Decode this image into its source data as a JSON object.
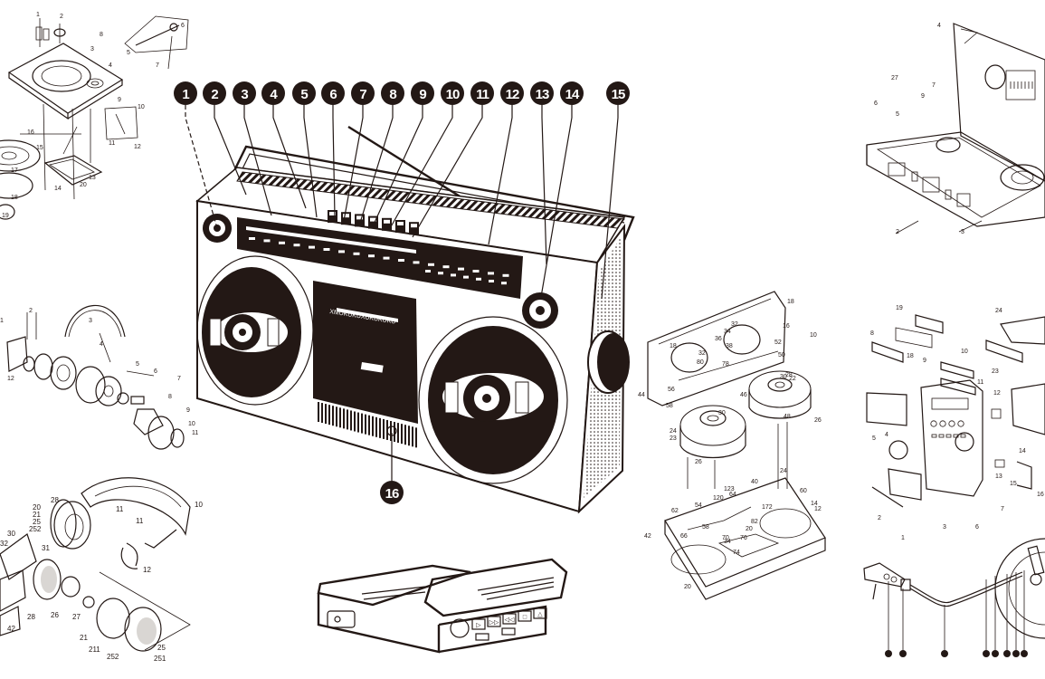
{
  "colors": {
    "background": "#ffffff",
    "ink": "#231815",
    "callout_fill": "#231815",
    "callout_text": "#ffffff"
  },
  "boombox": {
    "title": "Boombox exploded callouts",
    "callouts": [
      "1",
      "2",
      "3",
      "4",
      "5",
      "6",
      "7",
      "8",
      "9",
      "10",
      "11",
      "12",
      "13",
      "14",
      "15"
    ],
    "bottom_callout": "16",
    "cassette_label_text": "XMUKUKUXUKUKUKU"
  },
  "turntable_exploded": {
    "labels": [
      "1",
      "2",
      "3",
      "4",
      "5",
      "6",
      "7",
      "8",
      "9",
      "10",
      "11",
      "12",
      "13",
      "14",
      "15",
      "16",
      "17",
      "18",
      "19",
      "20"
    ]
  },
  "headphones_exploded": {
    "labels": [
      "1",
      "2",
      "3",
      "4",
      "5",
      "6",
      "7",
      "8",
      "9",
      "10",
      "11",
      "12"
    ]
  },
  "headphones_patent": {
    "labels": [
      "28",
      "20",
      "21",
      "25",
      "252",
      "30",
      "32",
      "31",
      "11",
      "10",
      "11",
      "12",
      "28",
      "26",
      "27",
      "21",
      "211",
      "252",
      "25",
      "251",
      "42"
    ]
  },
  "cassette_case": {
    "labels": [
      "4",
      "27",
      "7",
      "9",
      "6",
      "5",
      "2",
      "3"
    ]
  },
  "tape_mechanism": {
    "labels": [
      "18",
      "34",
      "36",
      "38",
      "32",
      "16",
      "10",
      "32",
      "18",
      "80",
      "78",
      "52",
      "50",
      "44",
      "56",
      "58",
      "30",
      "46",
      "28",
      "22",
      "30",
      "48",
      "24",
      "23",
      "26",
      "26"
    ]
  },
  "cassette_shell": {
    "labels": [
      "24",
      "40",
      "123",
      "64",
      "60",
      "14",
      "120",
      "172",
      "12",
      "62",
      "54",
      "82",
      "20",
      "42",
      "58",
      "66",
      "70",
      "76",
      "34",
      "74",
      "20"
    ]
  },
  "stereo_system": {
    "labels": [
      "19",
      "24",
      "8",
      "18",
      "9",
      "10",
      "11",
      "23",
      "12",
      "5",
      "4",
      "14",
      "13",
      "15",
      "16",
      "2",
      "7",
      "3",
      "6",
      "1"
    ]
  },
  "portable_player": {
    "buttons": [
      "play-icon",
      "fast-forward-icon",
      "rewind-icon",
      "stop-icon",
      "eject-icon"
    ],
    "button_glyphs": [
      "▷",
      "▷▷",
      "◁◁",
      "□",
      "△"
    ]
  },
  "tonearm": {
    "callout_count": 8
  }
}
